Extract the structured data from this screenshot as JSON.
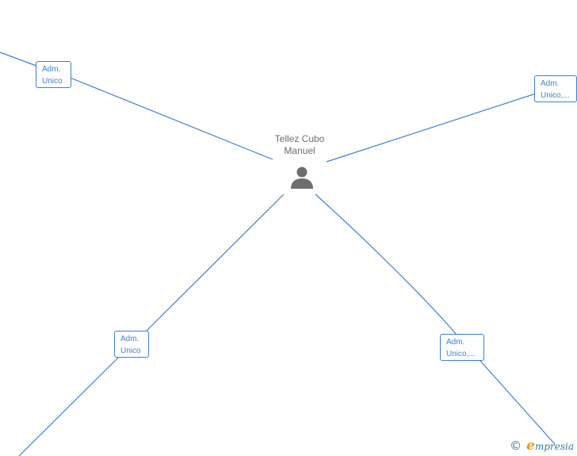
{
  "person": {
    "name_line1": "Tellez Cubo",
    "name_line2": "Manuel",
    "icon": "person-icon"
  },
  "relations": [
    {
      "role_line1": "Adm.",
      "role_line2": "Unico"
    },
    {
      "role_line1": "Adm.",
      "role_line2": "Unico,..."
    },
    {
      "role_line1": "Adm.",
      "role_line2": "Unico"
    },
    {
      "role_line1": "Adm.",
      "role_line2": "Unico,..."
    }
  ],
  "footer": {
    "copyright_symbol": "©",
    "brand_initial": "e",
    "brand_rest": "mpresia"
  },
  "colors": {
    "edge": "#3d7fd6",
    "person_icon": "#6e6e6e",
    "brand_teal": "#2a7f8c",
    "brand_orange": "#f29b1d"
  }
}
